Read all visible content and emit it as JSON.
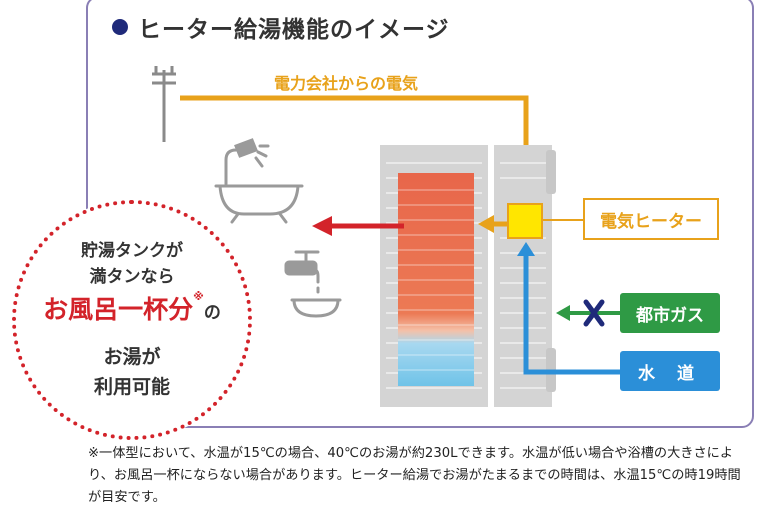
{
  "heading": "ヒーター給湯機能のイメージ",
  "labels": {
    "electricity": "電力会社からの電気",
    "heater": "電気ヒーター",
    "gas": "都市ガス",
    "water": "水 道"
  },
  "badge": {
    "line1": "貯湯タンクが",
    "line2": "満タンなら",
    "line3": "お風呂一杯分",
    "line3_mark": "※",
    "line3_suffix": "の",
    "line4": "お湯が",
    "line5": "利用可能"
  },
  "note": "※一体型において、水温が15℃の場合、40℃のお湯が約230Lできます。水温が低い場合や浴槽の大きさにより、お風呂一杯にならない場合があります。ヒーター給湯でお湯がたまるまでの時間は、水温15℃の時19時間が目安です。",
  "colors": {
    "electricity": "#e8a21b",
    "heater": "#ffe600",
    "hot_water": "#e8664a",
    "cold_water": "#6fc3e8",
    "gas": "#2f9a45",
    "water": "#2b8fd8",
    "output_arrow": "#d3232a",
    "badge_border": "#d3232a"
  },
  "icons": [
    "power-pole-icon",
    "shower-bathtub-icon",
    "faucet-bowl-icon",
    "gas-blocked-x-icon"
  ]
}
